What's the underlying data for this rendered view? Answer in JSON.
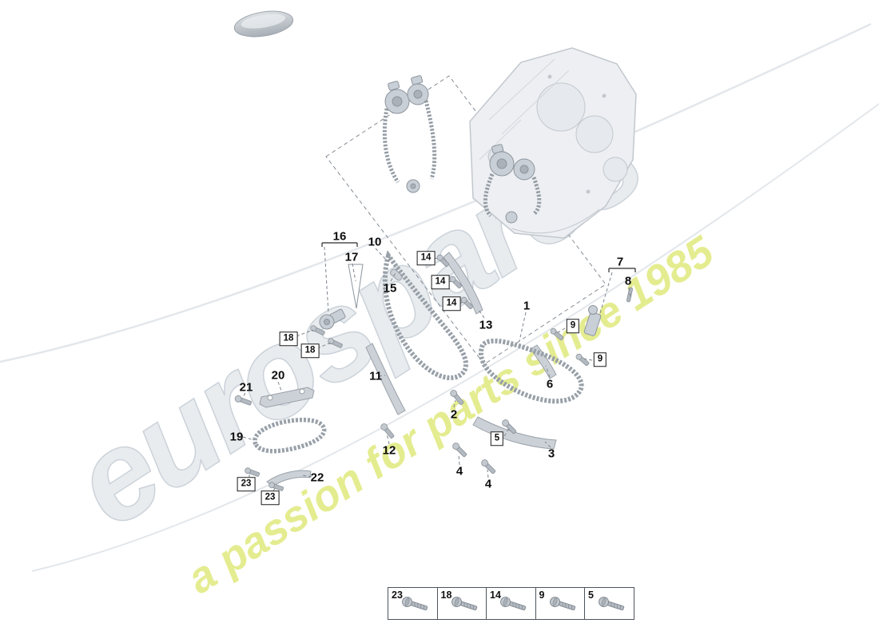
{
  "watermark": {
    "brand": "eurospares",
    "tagline": "a passion for parts since 1985",
    "brand_color": "#e7ebef",
    "tagline_color": "#e2eb84"
  },
  "callouts": [
    {
      "label": "1",
      "boxed": false
    },
    {
      "label": "2",
      "boxed": false
    },
    {
      "label": "3",
      "boxed": false
    },
    {
      "label": "4",
      "boxed": false
    },
    {
      "label": "4",
      "boxed": false
    },
    {
      "label": "5",
      "boxed": true
    },
    {
      "label": "6",
      "boxed": false
    },
    {
      "label": "7",
      "boxed": false
    },
    {
      "label": "8",
      "boxed": false
    },
    {
      "label": "9",
      "boxed": true
    },
    {
      "label": "9",
      "boxed": true
    },
    {
      "label": "10",
      "boxed": false
    },
    {
      "label": "11",
      "boxed": false
    },
    {
      "label": "12",
      "boxed": false
    },
    {
      "label": "13",
      "boxed": false
    },
    {
      "label": "14",
      "boxed": true
    },
    {
      "label": "14",
      "boxed": true
    },
    {
      "label": "14",
      "boxed": true
    },
    {
      "label": "15",
      "boxed": false
    },
    {
      "label": "16",
      "boxed": false
    },
    {
      "label": "17",
      "boxed": false
    },
    {
      "label": "18",
      "boxed": true
    },
    {
      "label": "18",
      "boxed": true
    },
    {
      "label": "19",
      "boxed": false
    },
    {
      "label": "20",
      "boxed": false
    },
    {
      "label": "21",
      "boxed": false
    },
    {
      "label": "22",
      "boxed": false
    },
    {
      "label": "23",
      "boxed": true
    },
    {
      "label": "23",
      "boxed": true
    }
  ],
  "legend": {
    "icon": "screw-icon",
    "items": [
      {
        "label": "23"
      },
      {
        "label": "18"
      },
      {
        "label": "14"
      },
      {
        "label": "9"
      },
      {
        "label": "5"
      }
    ]
  }
}
